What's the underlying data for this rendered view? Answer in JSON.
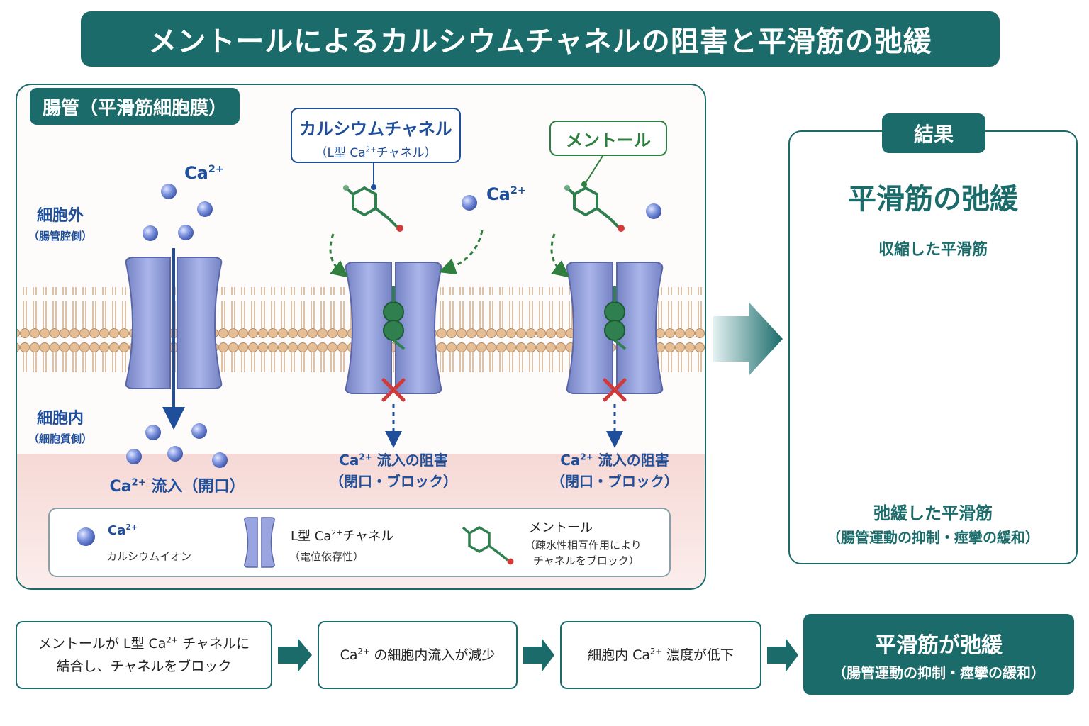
{
  "title": "メントールによるカルシウムチャネルの阻害と平滑筋の弛緩",
  "panel_label": "腸管（平滑筋細胞膜）",
  "extracellular": {
    "main": "細胞外",
    "sub": "（腸管腔側）"
  },
  "intracellular": {
    "main": "細胞内",
    "sub": "（細胞質側）"
  },
  "ca_label": "Ca",
  "ca_sup": "2+",
  "callout_channel": {
    "line1": "カルシウムチャネル",
    "line2_pre": "（L型 Ca",
    "line2_sup": "2+",
    "line2_post": "チャネル）"
  },
  "callout_menthol": "メントール",
  "influx_open": {
    "pre": "Ca",
    "sup": "2+",
    "post": " 流入（開口）"
  },
  "influx_block": {
    "pre": "Ca",
    "sup": "2+",
    "post": " 流入の阻害",
    "line2": "（閉口・ブロック）"
  },
  "legend": {
    "ion_title_pre": "Ca",
    "ion_title_sup": "2+",
    "ion_sub": "カルシウムイオン",
    "channel_title_pre": "L型 Ca",
    "channel_title_sup": "2+",
    "channel_title_post": "チャネル",
    "channel_sub": "（電位依存性）",
    "menthol_title": "メントール",
    "menthol_sub1": "（疎水性相互作用により",
    "menthol_sub2": "チャネルをブロック）"
  },
  "result": {
    "tab": "結果",
    "title": "平滑筋の弛緩",
    "contracted": "収縮した平滑筋",
    "relaxed": "弛緩した平滑筋",
    "relaxed_sub": "（腸管運動の抑制・痙攣の緩和）"
  },
  "flow": {
    "step1_pre": "メントールが L型 Ca",
    "step1_sup": "2+",
    "step1_post": " チャネルに",
    "step1_line2": "結合し、チャネルをブロック",
    "step2_pre": "Ca",
    "step2_sup": "2+",
    "step2_post": " の細胞内流入が減少",
    "step3_pre": "細胞内 Ca",
    "step3_sup": "2+",
    "step3_post": " 濃度が低下",
    "final": "平滑筋が弛緩",
    "final_sub": "（腸管運動の抑制・痙攣の緩和）"
  },
  "colors": {
    "teal": "#1a6b6a",
    "blue_text": "#1f4f9a",
    "green": "#2f7f3f",
    "channel": "#8f9cd6",
    "membrane": "#e2b990",
    "muscle": "#e99a95",
    "block_x": "#d23a3a"
  }
}
